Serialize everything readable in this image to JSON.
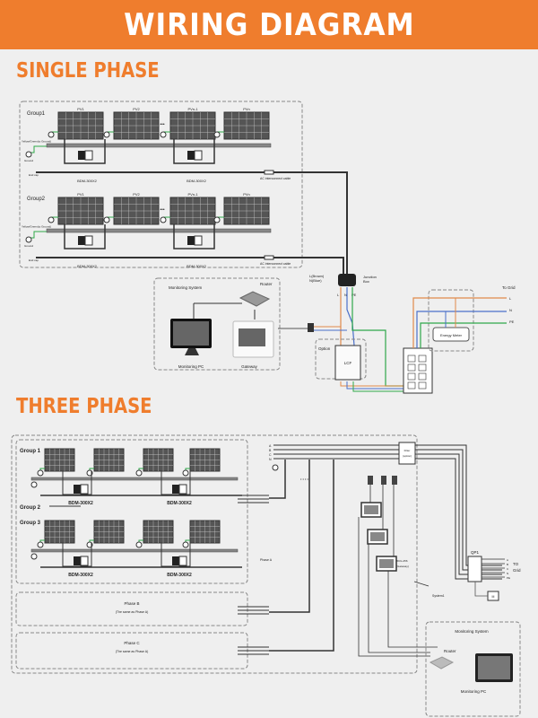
{
  "title": "WIRING DIAGRAM",
  "sections": {
    "single": "SINGLE PHASE",
    "three": "THREE PHASE"
  },
  "colors": {
    "accent": "#ef7d2d",
    "L": "#e08a4a",
    "N": "#4a6fc9",
    "PE": "#2fa84a",
    "wire": "#333333"
  },
  "single_phase": {
    "groups": [
      {
        "label": "Group1",
        "panels": [
          "PV1",
          "PV2",
          "PVn-1",
          "PVn"
        ],
        "micro": [
          "BDM-300X2",
          "BDM-300X2"
        ]
      },
      {
        "label": "Group2",
        "panels": [
          "PV1",
          "PV2",
          "PVn-1",
          "PVn"
        ],
        "micro": [
          "BDM-300X2",
          "BDM-300X2"
        ]
      }
    ],
    "ground": "Ground",
    "ground_wire": "Yellow/Green(to Ground)",
    "end_cap": "End cap",
    "ac_cable": "AC interconnect cable",
    "ln_label": "L(Brown)",
    "n_label": "N(Blue)",
    "junction_box": "Junction Box",
    "jb_terminals": [
      "L",
      "N",
      "PE"
    ],
    "monitoring_system": "Monitoring System",
    "router": "Router",
    "monitoring_pc": "Monitoring PC",
    "gateway": "Gateway",
    "option": "Option",
    "lcf": "LCF",
    "energy_meter": "Energy Meter",
    "to_grid": "To Grid",
    "grid_lines": [
      "L",
      "N",
      "PE"
    ]
  },
  "three_phase": {
    "groups": [
      {
        "label": "Group 1",
        "micro": [
          "BDM-300X2",
          "BDM-300X2"
        ]
      },
      {
        "label": "Group 2"
      },
      {
        "label": "Group 3",
        "micro": [
          "BDM-300X2",
          "BDM-300X2"
        ]
      }
    ],
    "phase_a": "Phase A",
    "phase_b": "Phase B",
    "phase_b_note": "(The same as Phase A)",
    "phase_c": "Phase C",
    "phase_c_note": "(The same as Phase A)",
    "bus_labels": [
      "A",
      "B",
      "C",
      "N"
    ],
    "filter": "Filter (option)",
    "gateway": "BCG-256 (Gateway)",
    "system": "System1",
    "qp1": "QP1",
    "to_grid": "TO Grid",
    "grid_lines": [
      "A",
      "B",
      "C",
      "N",
      "PE"
    ],
    "meter": "M",
    "monitoring_system": "Monitoring System",
    "router": "Router",
    "monitoring_pc": "Monitoring  PC"
  }
}
